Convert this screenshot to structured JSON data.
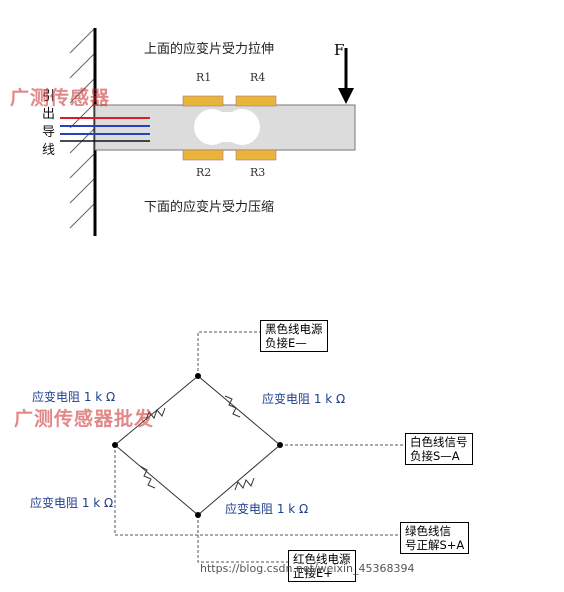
{
  "top": {
    "tension_label": "上面的应变片受力拉伸",
    "compression_label": "下面的应变片受力压缩",
    "force_label": "F",
    "resistors": [
      "R1",
      "R4",
      "R2",
      "R3"
    ],
    "lead_text": [
      "引",
      "出",
      "导",
      "线"
    ],
    "watermark": "广测传感器"
  },
  "bottom": {
    "boxes": {
      "black": [
        "黑色线电源",
        "负接E—"
      ],
      "white": [
        "白色线信号",
        "负接S—A"
      ],
      "green": [
        "绿色线信",
        "号正解S+A"
      ],
      "red": [
        "红色线电源",
        "正接E+"
      ]
    },
    "resistor_labels": {
      "top_left": "应变电阻 1 k Ω",
      "top_right": "应变电阻 1 k Ω",
      "bottom_left": "应变电阻 1 k Ω",
      "bottom_right": "应变电阻 1 k Ω"
    },
    "watermark": "广测传感器批发",
    "footer_url": "https://blog.csdn.net/weixin_45368394"
  },
  "colors": {
    "red_wire": "#d81f26",
    "blue_wire": "#2a3fbf",
    "strain_gauge": "#e8b53a",
    "beam": "#dcdcdc"
  }
}
